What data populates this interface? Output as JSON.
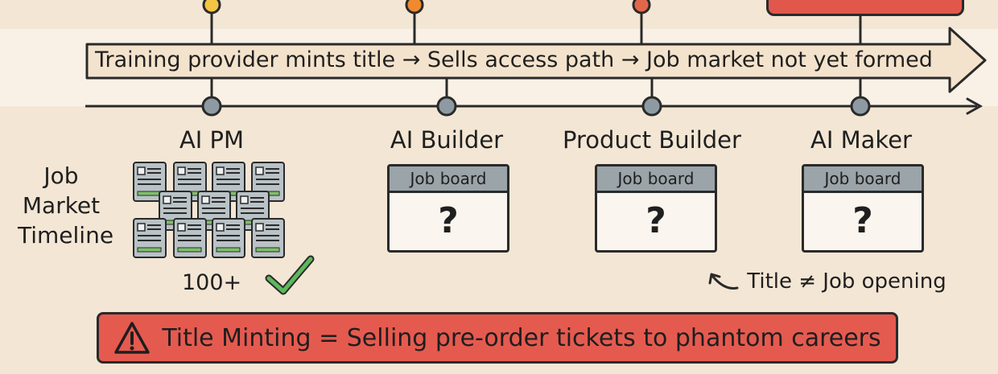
{
  "top_badge_text": "",
  "banner": {
    "text": "Training provider mints title → Sells access path → Job market not yet formed"
  },
  "side_label": [
    "Job",
    "Market",
    "Timeline"
  ],
  "columns": [
    {
      "title": "AI PM",
      "count": "100+"
    },
    {
      "title": "AI Builder",
      "board_label": "Job board",
      "board_value": "?"
    },
    {
      "title": "Product Builder",
      "board_label": "Job board",
      "board_value": "?"
    },
    {
      "title": "AI Maker",
      "board_label": "Job board",
      "board_value": "?"
    }
  ],
  "note": "Title ≠ Job opening",
  "warning": {
    "text": "Title Minting = Selling pre-order tickets to phantom careers",
    "icon": "warning-triangle-icon"
  },
  "colors": {
    "background": "#f3e6d4",
    "warning_red": "#e55a4f",
    "node_gray": "#8e9aa1",
    "node_yellow": "#f4c542",
    "node_orange": "#ef8a2e",
    "node_red_orange": "#e2674a",
    "check_green": "#5cb85c",
    "card_green": "#a9c79a",
    "board_header": "#9aa4a9"
  }
}
